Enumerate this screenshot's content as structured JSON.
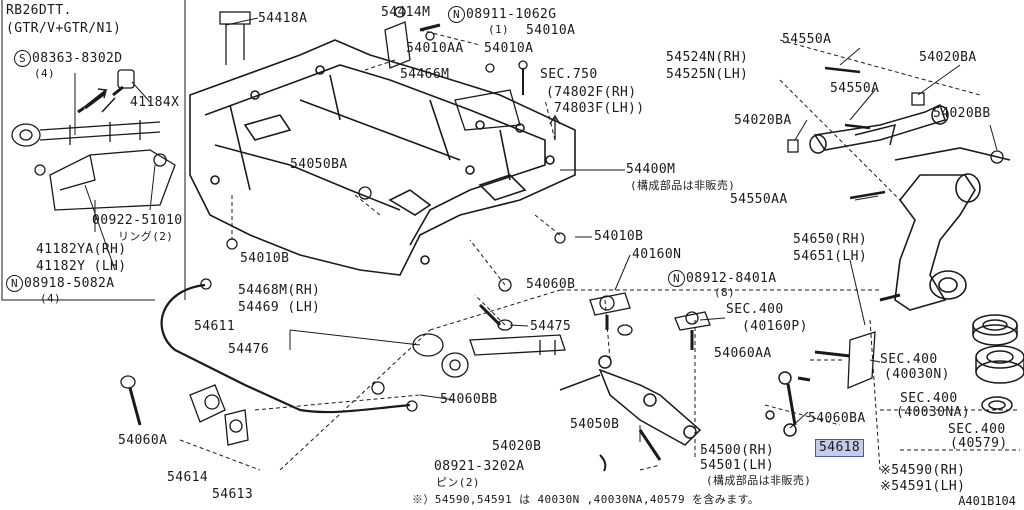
{
  "colors": {
    "ink": "#1a1a1a",
    "highlight": "#c5cbea",
    "highlight_border": "#4a55a8",
    "background": "#ffffff"
  },
  "diagram_ref": "A401B104",
  "note": "※）54590,54591 は 40030N ,40030NA,40579 を含みます。",
  "inset": {
    "model": "RB26DTT.",
    "variant": "(GTR/V+GTR/N1)",
    "s_prefix": "S",
    "s_part": "08363-8302D",
    "s_qty": "(4)",
    "p41184x": "41184X",
    "p00922": "00922-51010",
    "p00922_sub": "リング(2)",
    "p41182ya": "41182YA(RH)",
    "p41182y": "41182Y (LH)",
    "n_prefix": "N",
    "n_part": "08918-5082A",
    "n_qty": "(4)"
  },
  "labels": {
    "p54418a": "54418A",
    "p54414m": "54414M",
    "n08911_prefix": "N",
    "n08911": "08911-1062G",
    "n08911_qty": "(1)",
    "p54010aa": "54010AA",
    "p54010a_1": "54010A",
    "p54010a_2": "54010A",
    "p54466m": "54466M",
    "sec750": "SEC.750",
    "p74802f": "74802F(RH)",
    "p74803f": "74803F(LH)",
    "p54050ba": "54050BA",
    "p54400m": "54400M",
    "p54400m_note": "(構成部品は非販売)",
    "p54010b_1": "54010B",
    "p54010b_2": "54010B",
    "p54060b": "54060B",
    "p54468m": "54468M(RH)",
    "p54469": "54469 (LH)",
    "p54611": "54611",
    "p54476": "54476",
    "p54475": "54475",
    "p54060bb": "54060BB",
    "p54060a": "54060A",
    "p54614": "54614",
    "p54613": "54613",
    "p40160n": "40160N",
    "n08912_prefix": "N",
    "n08912": "08912-8401A",
    "n08912_qty": "(8)",
    "sec400_1": "SEC.400",
    "p40160p": "(40160P)",
    "p54060aa": "54060AA",
    "p54050b": "54050B",
    "p54020b": "54020B",
    "p08921": "08921-3202A",
    "p08921_sub": "ピン(2)",
    "p54500": "54500(RH)",
    "p54501": "54501(LH)",
    "p54500_note": "(構成部品は非販売)",
    "p54618": "54618",
    "p54060ba": "54060BA",
    "p54550a_1": "54550A",
    "p54524n": "54524N(RH)",
    "p54525n": "54525N(LH)",
    "p54020ba_1": "54020BA",
    "p54550a_2": "54550A",
    "p54020ba_2": "54020BA",
    "p54020bb": "54020BB",
    "p54550aa": "54550AA",
    "p54650": "54650(RH)",
    "p54651": "54651(LH)",
    "sec400_2": "SEC.400",
    "p40030n": "(40030N)",
    "sec400_3": "SEC.400",
    "p40030na": "(40030NA)",
    "sec400_4": "SEC.400",
    "p40579": "(40579)",
    "p54590": "※54590(RH)",
    "p54591": "※54591(LH)"
  }
}
